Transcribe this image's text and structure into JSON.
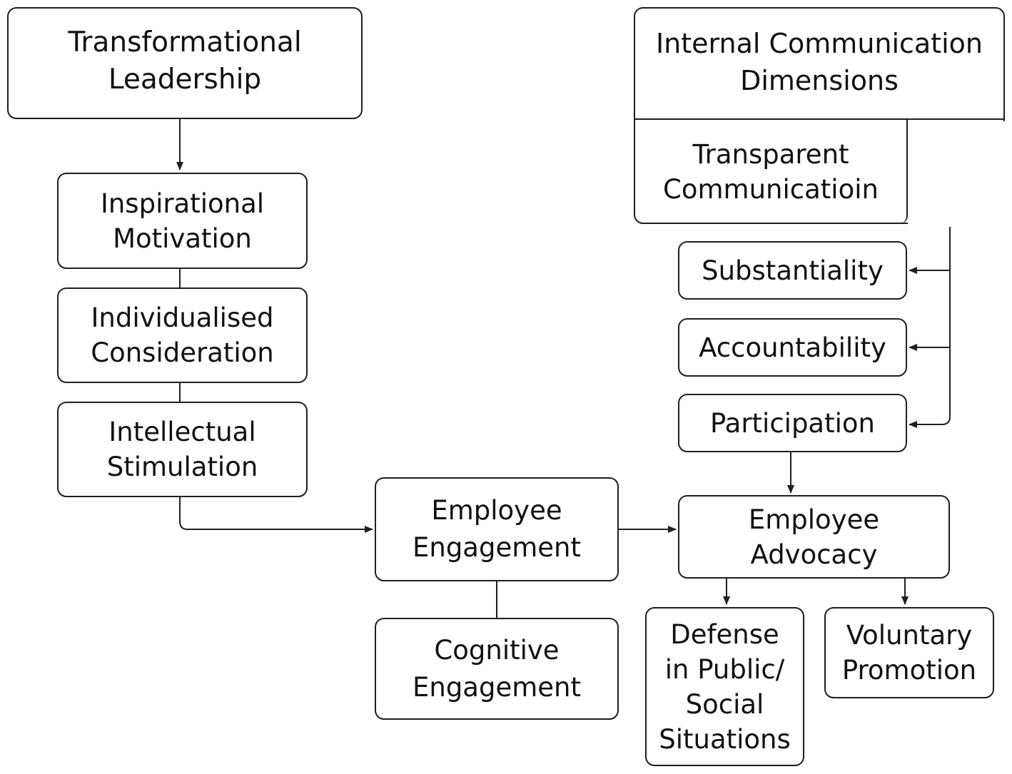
{
  "nodes": {
    "transformational_leadership": [
      "Transformational",
      "Leadership"
    ],
    "inspirational_motivation": [
      "Inspirational",
      "Motivation"
    ],
    "individualised_consideration": [
      "Individualised",
      "Consideration"
    ],
    "intellectual_stimulation": [
      "Intellectual",
      "Stimulation"
    ],
    "employee_engagement": [
      "Employee",
      "Engagement"
    ],
    "cognitive_engagement": [
      "Cognitive",
      "Engagement"
    ],
    "internal_communication_dimensions": [
      "Internal Communication",
      "Dimensions"
    ],
    "transparent_communication": [
      "Transparent",
      "Communicatioin"
    ],
    "substantiality": [
      "Substantiality"
    ],
    "accountability": [
      "Accountability"
    ],
    "participation": [
      "Participation"
    ],
    "employee_advocacy": [
      "Employee",
      "Advocacy"
    ],
    "defense_public_social": [
      "Defense",
      "in Public/",
      "Social",
      "Situations"
    ],
    "voluntary_promotion": [
      "Voluntary",
      "Promotion"
    ]
  },
  "edges": [
    {
      "from": "transformational_leadership",
      "to": "inspirational_motivation",
      "arrow": true
    },
    {
      "from": "inspirational_motivation",
      "to": "individualised_consideration",
      "arrow": false
    },
    {
      "from": "individualised_consideration",
      "to": "intellectual_stimulation",
      "arrow": false
    },
    {
      "from": "intellectual_stimulation",
      "to": "employee_engagement",
      "arrow": true
    },
    {
      "from": "employee_engagement",
      "to": "cognitive_engagement",
      "arrow": false
    },
    {
      "from": "employee_engagement",
      "to": "employee_advocacy",
      "arrow": true
    },
    {
      "from": "transparent_communication",
      "to": "substantiality",
      "arrow": true
    },
    {
      "from": "transparent_communication",
      "to": "accountability",
      "arrow": true
    },
    {
      "from": "transparent_communication",
      "to": "participation",
      "arrow": true
    },
    {
      "from": "participation",
      "to": "employee_advocacy",
      "arrow": true
    },
    {
      "from": "employee_advocacy",
      "to": "defense_public_social",
      "arrow": true
    },
    {
      "from": "employee_advocacy",
      "to": "voluntary_promotion",
      "arrow": true
    }
  ],
  "colors": {
    "stroke": "#1f1f1f",
    "text": "#111111",
    "background": "#ffffff"
  }
}
